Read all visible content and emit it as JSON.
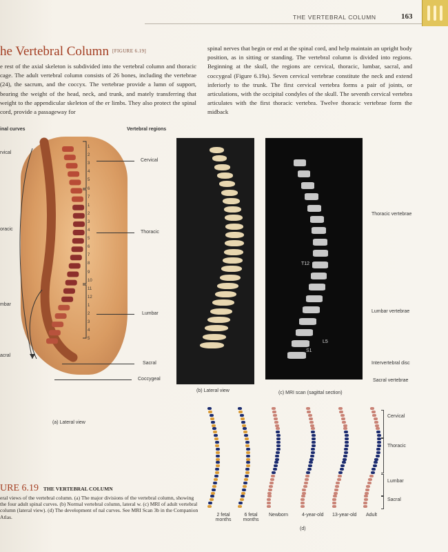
{
  "header": {
    "running_head": "THE VERTEBRAL COLUMN",
    "page_number": "163"
  },
  "section": {
    "title": "he Vertebral Column",
    "figure_ref": "[FIGURE 6.19]"
  },
  "intro_text": "e rest of the axial skeleton is subdivided into the vertebral column and thoracic cage. The adult vertebral column consists of 26 bones, including the vertebrae (24), the sacrum, and the coccyx. The vertebrae provide a lumn of support, bearing the weight of the head, neck, and trunk, and mately transferring that weight to the appendicular skeleton of the er limbs. They also protect the spinal cord, provide a passageway for",
  "column_text": "spinal nerves that begin or end at the spinal cord, and help maintain an upright body position, as in sitting or standing. The vertebral column is divided into regions. Beginning at the skull, the regions are cervical, thoracic, lumbar, sacral, and coccygeal (Figure 6.19a). Seven cervical vertebrae constitute the neck and extend inferiorly to the trunk. The first cervical vertebra forms a pair of joints, or articulations, with the occipital condyles of the skull. The seventh cervical vertebra articulates with the first thoracic vertebra. Twelve thoracic vertebrae form the midback",
  "figure": {
    "spinal_curves": "inal curves",
    "vertebral_regions": "Vertebral regions",
    "curve_labels": [
      "rvical",
      "oracic",
      "mbar",
      "acral"
    ],
    "regions": [
      "Cervical",
      "Thoracic",
      "Lumbar",
      "Sacral",
      "Coccygeal"
    ],
    "numbers": [
      "1",
      "2",
      "3",
      "4",
      "5",
      "6",
      "7",
      "1",
      "2",
      "3",
      "4",
      "5",
      "6",
      "7",
      "8",
      "9",
      "10",
      "11",
      "12",
      "1",
      "2",
      "3",
      "4",
      "5"
    ],
    "panel_a": "(a) Lateral view",
    "panel_b": "(b) Lateral view",
    "panel_c": "(c) MRI scan (sagittal section)",
    "mri_labels": [
      "Thoracic vertebrae",
      "Lumbar vertebrae",
      "Intervertebral disc",
      "Sacral vertebrae",
      "T12",
      "L5",
      "S1"
    ],
    "development": [
      "2 fetal months",
      "6 fetal months",
      "Newborn",
      "4-year-old",
      "13-year-old",
      "Adult"
    ],
    "development_regions": [
      "Cervical",
      "Thoracic",
      "Lumbar",
      "Sacral"
    ],
    "panel_d": "(d)"
  },
  "caption": {
    "label": "URE 6.19",
    "title": "THE VERTEBRAL COLUMN",
    "text": "eral views of the vertebral column. (a) The major divisions of the vertebral column, showing the four adult spinal curves. (b) Normal vertebral column, lateral w. (c) MRI of adult vertebral column (lateral view). (d) The development of nal curves. See MRI Scan 3b in the Companion Atlas."
  },
  "colors": {
    "accent": "#a33d21",
    "skin": "#d99b62",
    "cervical": "#d99a36",
    "thoracic": "#1b2b6f",
    "lumbar": "#c98275"
  }
}
